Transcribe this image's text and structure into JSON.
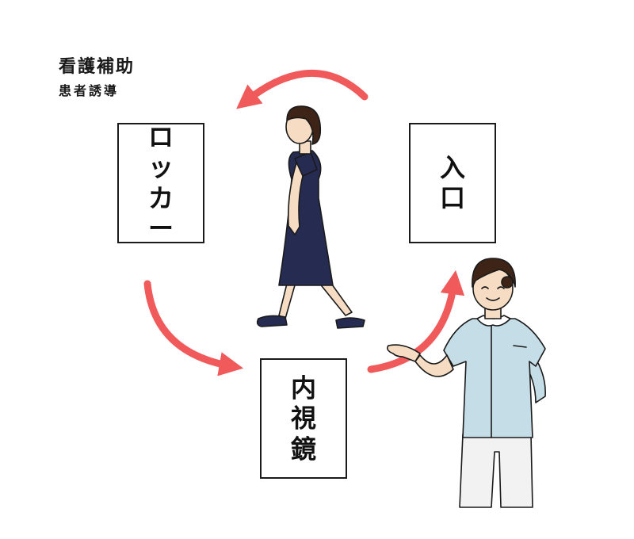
{
  "header": {
    "title": "看護補助",
    "subtitle": "患者誘導"
  },
  "stations": {
    "locker": [
      "ロ",
      "ッ",
      "カ",
      "ー"
    ],
    "entrance": [
      "入",
      "口"
    ],
    "endoscopy": [
      "内",
      "視",
      "鏡"
    ]
  },
  "colors": {
    "arrow": "#f05a5a",
    "dress": "#262b52",
    "nurse_top": "#c5dde6",
    "hair": "#3e2416"
  }
}
